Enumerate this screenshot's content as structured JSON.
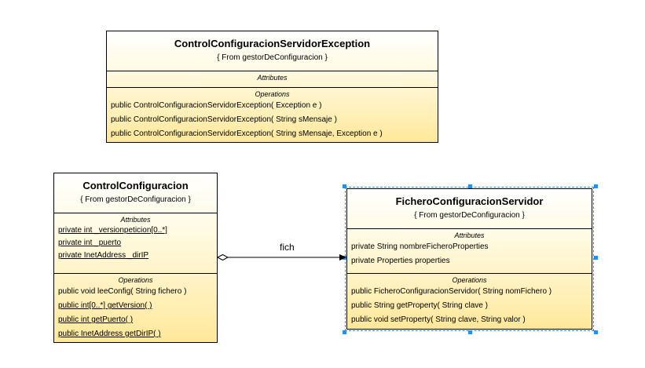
{
  "classes": {
    "exception": {
      "name": "ControlConfiguracionServidorException",
      "from": "{ From gestorDeConfiguracion }",
      "attributes_title": "Attributes",
      "attributes": [],
      "operations_title": "Operations",
      "operations": [
        "public ControlConfiguracionServidorException( Exception e )",
        "public ControlConfiguracionServidorException( String sMensaje )",
        "public ControlConfiguracionServidorException( String sMensaje, Exception e )"
      ]
    },
    "control": {
      "name": "ControlConfiguracion",
      "from": "{ From gestorDeConfiguracion }",
      "attributes_title": "Attributes",
      "attributes": [
        "private int _versionpeticion[0..*]",
        "private int _puerto",
        "private InetAddress _dirIP"
      ],
      "operations_title": "Operations",
      "operations": [
        "public void  leeConfig( String fichero )",
        "public int[0..*]  getVersion(  )",
        "public int  getPuerto(  )",
        "public InetAddress  getDirIP(  )"
      ]
    },
    "fichero": {
      "name": "FicheroConfiguracionServidor",
      "from": "{ From gestorDeConfiguracion }",
      "attributes_title": "Attributes",
      "attributes": [
        "private String nombreFicheroProperties",
        "private Properties properties"
      ],
      "operations_title": "Operations",
      "operations": [
        "public FicheroConfiguracionServidor( String nomFichero )",
        "public String  getProperty( String clave )",
        "public void  setProperty( String clave, String valor )"
      ]
    }
  },
  "association": {
    "label": "fich",
    "source": "ControlConfiguracion",
    "target": "FicheroConfiguracionServidor",
    "kind": "aggregation"
  },
  "colors": {
    "class_fill_top": "#ffffff",
    "class_fill_bottom": "#ffe89a",
    "selection_handle": "#1e90ff",
    "selection_outline": "#1e90ff"
  }
}
